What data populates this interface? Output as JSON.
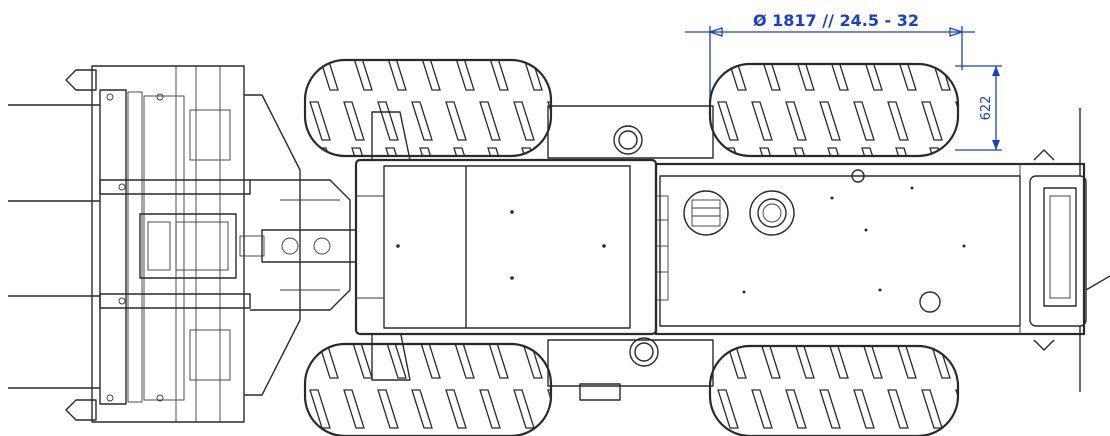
{
  "dimensions": {
    "wheel": "Ø 1817 // 24.5 - 32",
    "tire_width": "622"
  },
  "colors": {
    "dimension": "#1a3fc9",
    "line": "#2a2a2a"
  },
  "tires": [
    {
      "id": "rear-top"
    },
    {
      "id": "front-top"
    },
    {
      "id": "rear-bottom"
    },
    {
      "id": "front-bottom"
    }
  ]
}
